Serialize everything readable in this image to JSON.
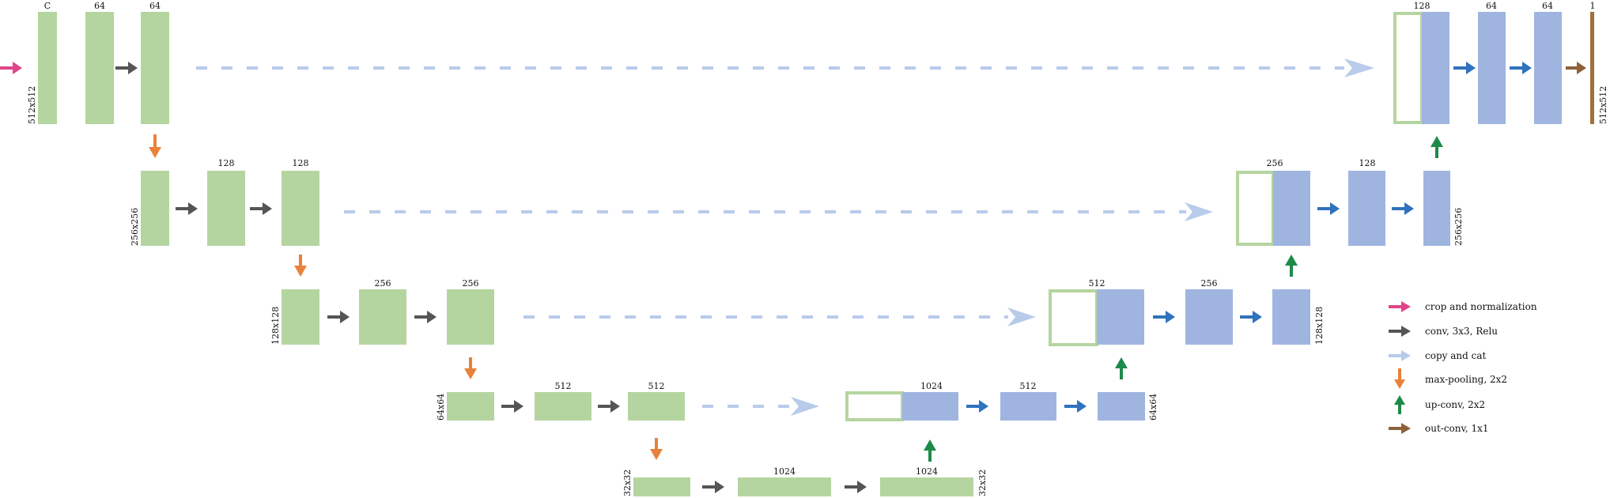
{
  "colors": {
    "encoder": "#b5d5a0",
    "decoder": "#9fb5e0",
    "output": "#a0703d",
    "crop": "#e0458a",
    "conv": "#555555",
    "copy": "#b8cbea",
    "pool": "#e8823a",
    "upconv": "#1e8a4a",
    "decconv": "#2f72bd",
    "outconv": "#8c6239"
  },
  "blocks": {
    "l1a": "C",
    "l1b": "64",
    "l1c": "64",
    "l2a": "",
    "l2b": "128",
    "l2c": "128",
    "l3a": "",
    "l3b": "256",
    "l3c": "256",
    "l4a": "",
    "l4b": "512",
    "l4c": "512",
    "l5a": "",
    "l5b": "1024",
    "l5c": "1024",
    "d4a": "1024",
    "d4b": "512",
    "d4c": "",
    "d3a": "512",
    "d3b": "256",
    "d3c": "",
    "d2a": "256",
    "d2b": "128",
    "d2c": "",
    "d1a": "128",
    "d1b": "64",
    "d1c": "64",
    "out": "1"
  },
  "sizes": {
    "s512_left": "512x512",
    "s256_left": "256x256",
    "s128_left": "128x128",
    "s64_left": "64x64",
    "s32_left": "32x32",
    "s32_right": "32x32",
    "s64_right": "64x64",
    "s128_right": "128x128",
    "s256_right": "256x256",
    "s512_right": "512x512"
  },
  "legend": {
    "crop": "crop and normalization",
    "conv": "conv, 3x3, Relu",
    "copy": "copy and cat",
    "pool": "max-pooling, 2x2",
    "upconv": "up-conv, 2x2",
    "outconv": "out-conv, 1x1"
  }
}
